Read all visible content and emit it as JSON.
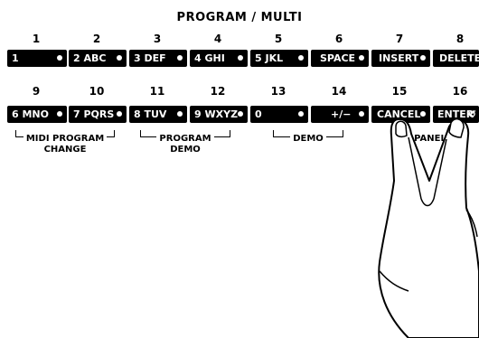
{
  "header": {
    "title": "PROGRAM  /  MULTI"
  },
  "row1": {
    "numbers": [
      "1",
      "2",
      "3",
      "4",
      "5",
      "6",
      "7",
      "8"
    ],
    "buttons": [
      "1",
      "2  ABC",
      "3  DEF",
      "4  GHI",
      "5  JKL",
      "SPACE",
      "INSERT",
      "DELETE"
    ]
  },
  "row2": {
    "numbers": [
      "9",
      "10",
      "11",
      "12",
      "13",
      "14",
      "15",
      "16"
    ],
    "buttons": [
      "6 MNO",
      "7 PQRS",
      "8  TUV",
      "9 WXYZ",
      "0",
      "+/−",
      "CANCEL",
      "ENTER"
    ]
  },
  "groups": {
    "midi": {
      "line1": "MIDI PROGRAM",
      "line2": "CHANGE"
    },
    "program": {
      "line1": "PROGRAM",
      "line2": "DEMO"
    },
    "demo": {
      "line1": "DEMO"
    },
    "panel": {
      "line1": "PANEL"
    }
  },
  "icons": {
    "enter_icon": "undo-arrow-icon",
    "hand_icon": "hand-pressing-icon"
  }
}
